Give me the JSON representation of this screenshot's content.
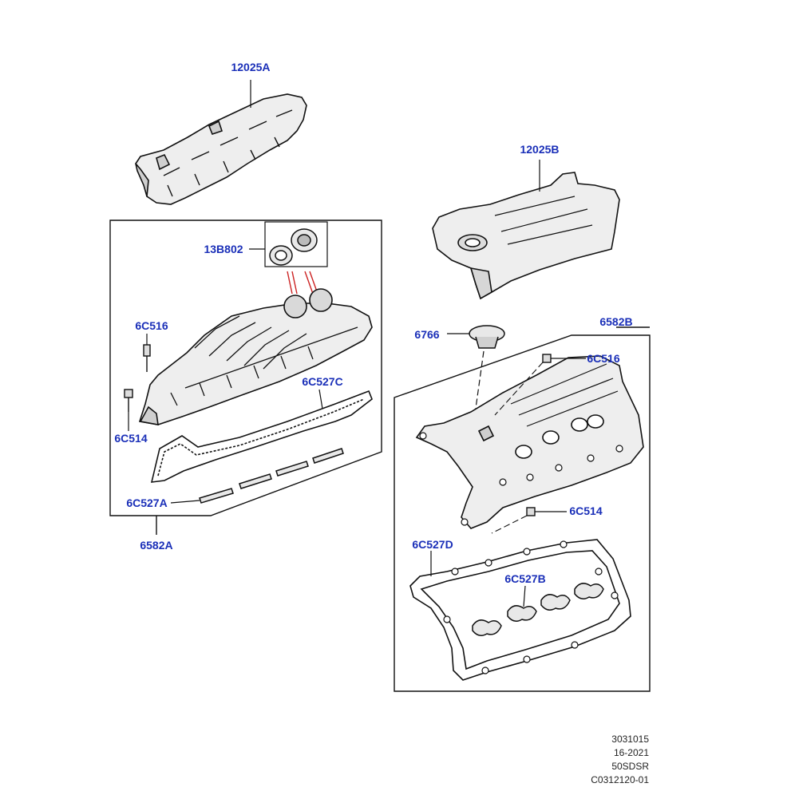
{
  "colors": {
    "label": "#1a2fb8",
    "line": "#111111",
    "fill": "#eeeeee",
    "fill_dark": "#cfcfcf",
    "accent": "#cc2222"
  },
  "labels": {
    "c12025a": "12025A",
    "c12025b": "12025B",
    "c13b802": "13B802",
    "c6c516_left": "6C516",
    "c6c514_left": "6C514",
    "c6c527c": "6C527C",
    "c6c527a": "6C527A",
    "c6582a": "6582A",
    "c6766": "6766",
    "c6582b": "6582B",
    "c6c516_right": "6C516",
    "c6c514_right": "6C514",
    "c6c527d": "6C527D",
    "c6c527b": "6C527B"
  },
  "footer": {
    "line1": "3031015",
    "line2": "16-2021",
    "line3": "50SDSR",
    "line4": "C0312120-01"
  }
}
